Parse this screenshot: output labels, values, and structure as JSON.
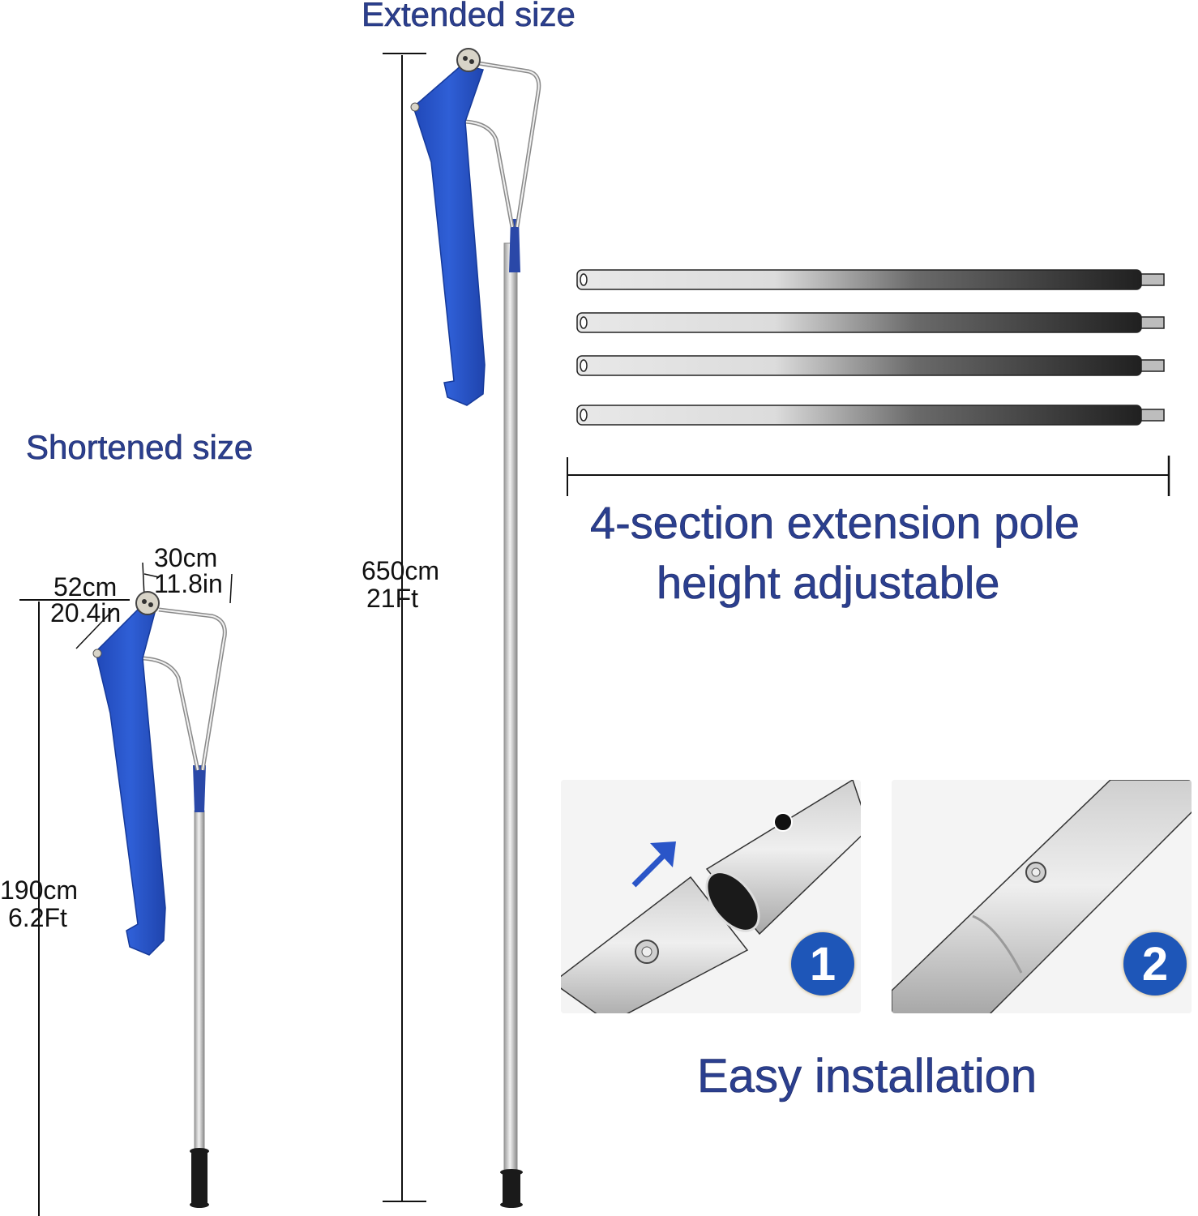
{
  "extended": {
    "title": "Extended size",
    "height_cm": "650cm",
    "height_ft": "21Ft"
  },
  "shortened": {
    "title": "Shortened size",
    "height_cm": "190cm",
    "height_ft": "6.2Ft",
    "head_width_cm": "30cm",
    "head_width_in": "11.8in",
    "blade_length_cm": "52cm",
    "blade_length_in": "20.4in"
  },
  "poles": {
    "count": 4,
    "caption_line1": "4-section extension pole",
    "caption_line2": "height adjustable"
  },
  "installation": {
    "caption": "Easy installation",
    "steps": [
      {
        "number": "1"
      },
      {
        "number": "2"
      }
    ]
  },
  "colors": {
    "heading_blue": "#2b3f8f",
    "tarp_blue": "#2a55c8",
    "badge_blue": "#1e56b8",
    "pole_silver": "#c9c9c9",
    "grip_black": "#1a1a1a"
  }
}
